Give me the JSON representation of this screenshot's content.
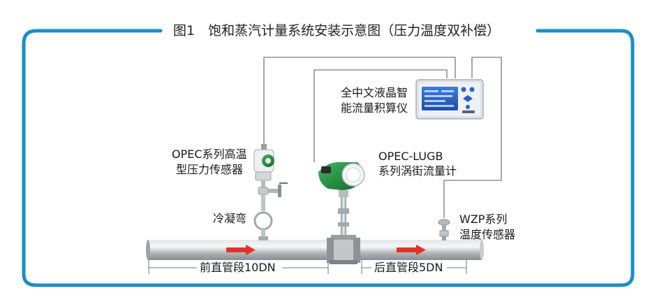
{
  "title": "图1　饱和蒸汽计量系统安装示意图（压力温度双补偿）",
  "labels": {
    "integrator_line1": "全中文液晶智",
    "integrator_line2": "能流量积算仪",
    "pressure_line1": "OPEC系列高温",
    "pressure_line2": "型压力传感器",
    "flowmeter_line1": "OPEC-LUGB",
    "flowmeter_line2": "系列涡街流量计",
    "condenser": "冷凝弯",
    "temp_line1": "WZP系列",
    "temp_line2": "温度传感器",
    "upstream": "前直管段10DN",
    "downstream": "后直管段5DN"
  },
  "colors": {
    "frame": "#1a8fc9",
    "wire": "#7a7a7a",
    "pipe": "#b9bcbe",
    "flow_arrow": "#e0342b",
    "sensor_green": "#1f8a3b",
    "screen": "#2a62c9"
  },
  "icons": {
    "integrator": "lcd-integrator-icon",
    "pressure": "pressure-transmitter-icon",
    "flowmeter": "vortex-flowmeter-icon",
    "temperature": "temperature-sensor-icon",
    "condenser": "condenser-coil-icon"
  }
}
